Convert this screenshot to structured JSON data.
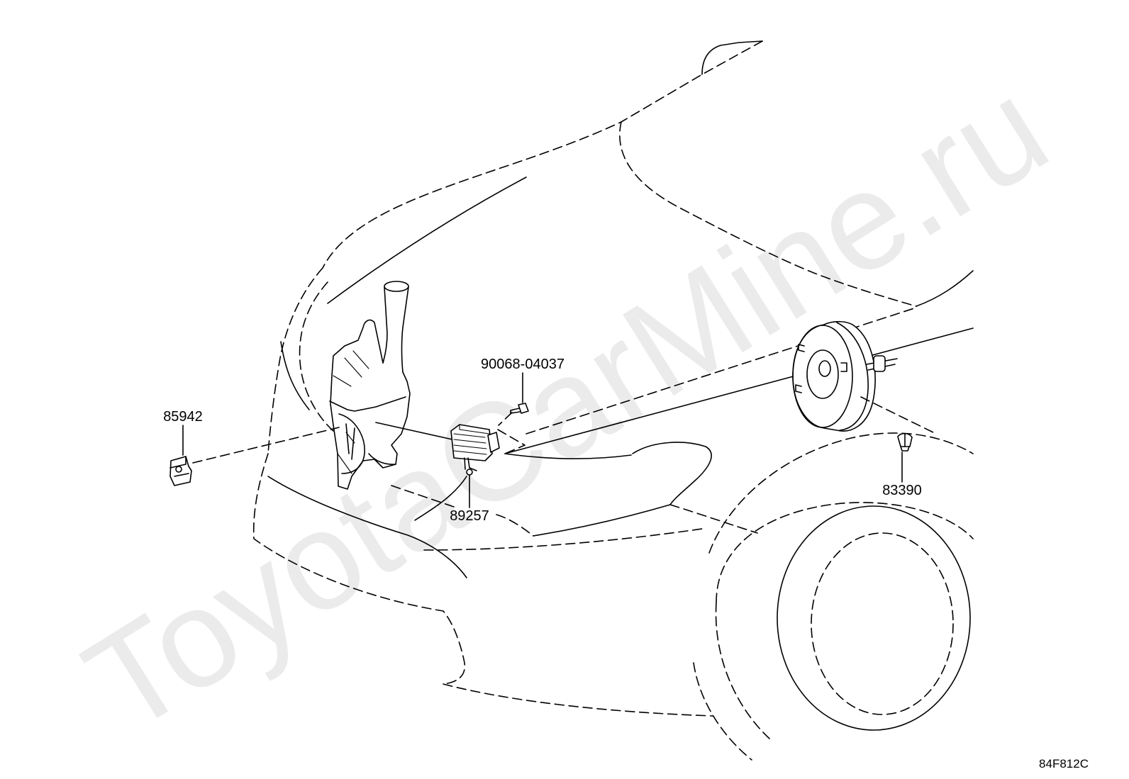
{
  "watermark": "ToyotaCarMine.ru",
  "callouts": {
    "bracket": "85942",
    "bolt": "90068-04037",
    "sensor": "89257",
    "clip": "83390"
  },
  "diagram_code": "84F812C",
  "colors": {
    "line": "#000000",
    "watermark": "#ebebeb",
    "background": "#ffffff"
  }
}
